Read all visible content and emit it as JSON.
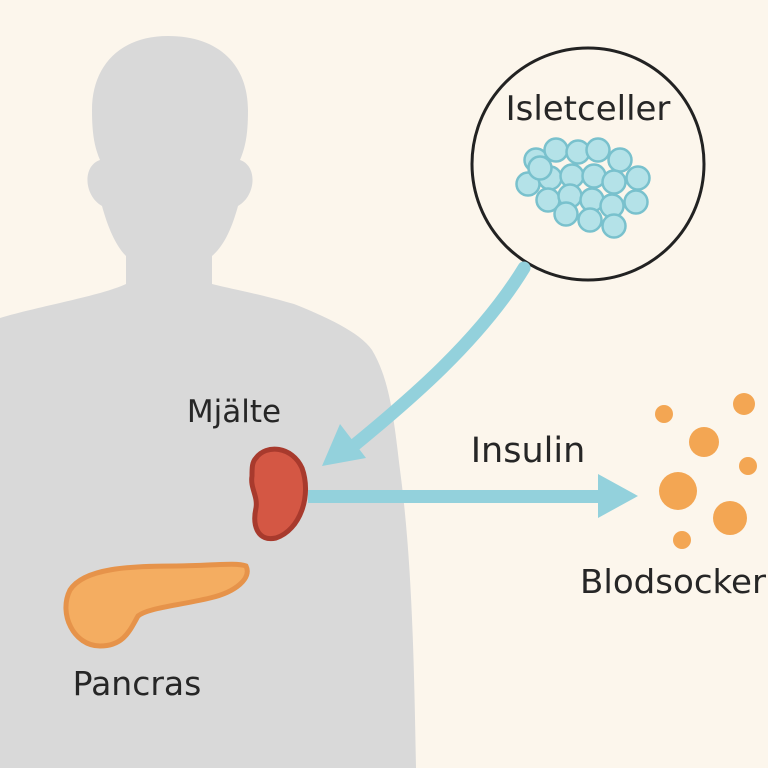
{
  "labels": {
    "islet_cells": "Isletceller",
    "spleen": "Mjälte",
    "insulin": "Insulin",
    "blood_sugar": "Blodsocker",
    "pancreas": "Pancras"
  },
  "colors": {
    "background": "#fcf6ec",
    "body": "#d9d9d9",
    "spleen_fill": "#d45744",
    "spleen_stroke": "#a83a2d",
    "pancreas_fill": "#f4ad61",
    "pancreas_stroke": "#e6934a",
    "arrow": "#93d1dc",
    "cell_fill": "#b4e2e8",
    "cell_stroke": "#79c1cd",
    "sugar": "#f3a653",
    "circle_stroke": "#222222"
  },
  "icons": {
    "body": "human-silhouette-icon",
    "spleen": "spleen-organ-icon",
    "pancreas": "pancreas-organ-icon",
    "islets": "islet-cell-cluster-icon",
    "sugar": "glucose-dots-icon"
  }
}
